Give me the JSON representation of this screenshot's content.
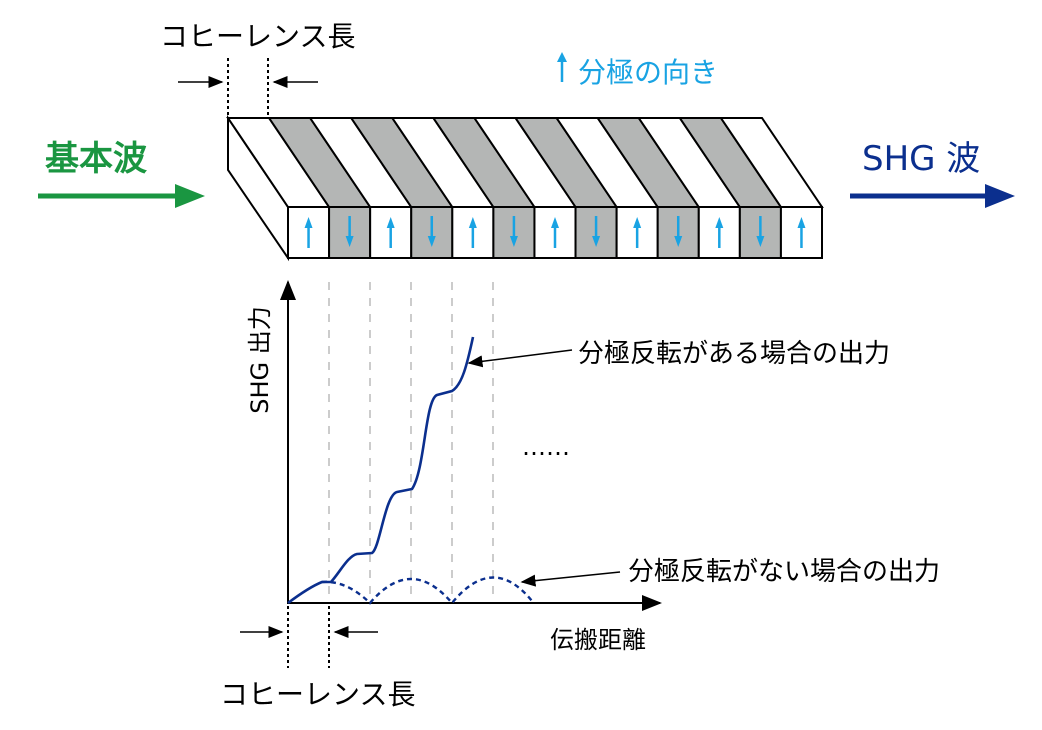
{
  "labels": {
    "coherence_top": "コヒーレンス長",
    "polarization": "分極の向き",
    "fundamental": "基本波",
    "shg_wave": "SHG 波",
    "y_axis": "SHG 出力",
    "with_inversion": "分極反転がある場合の出力",
    "without_inversion": "分極反転がない場合の出力",
    "ellipsis": "……",
    "x_axis": "伝搬距離",
    "coherence_bottom": "コヒーレンス長"
  },
  "domains": [
    "up",
    "down",
    "up",
    "down",
    "up",
    "down",
    "up",
    "down",
    "up",
    "down",
    "up",
    "down",
    "up"
  ],
  "colors": {
    "green": "#1a9641",
    "navy": "#0b2f8e",
    "cyan": "#19a3e3",
    "gray": "#b4b6b5"
  }
}
